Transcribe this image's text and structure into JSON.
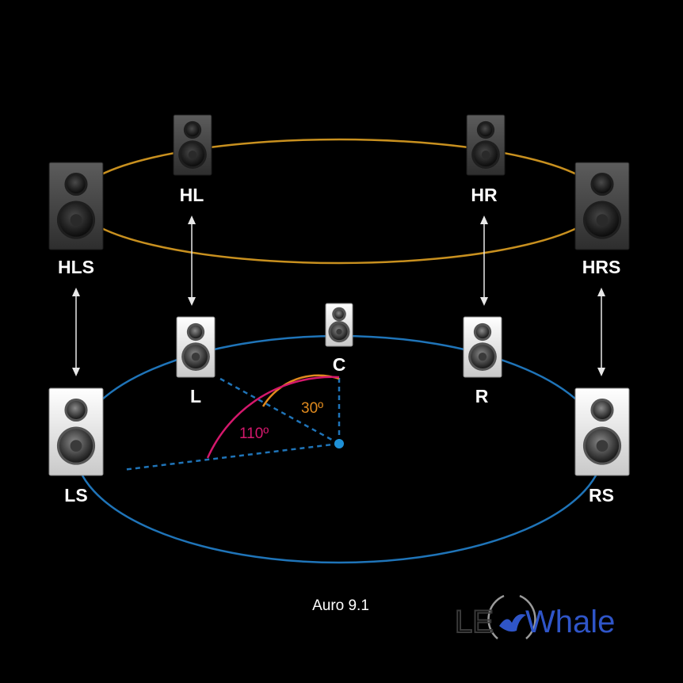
{
  "diagram": {
    "speakers": [
      {
        "id": "HL",
        "label": "HL",
        "style": "dark"
      },
      {
        "id": "HR",
        "label": "HR",
        "style": "dark"
      },
      {
        "id": "HLS",
        "label": "HLS",
        "style": "dark"
      },
      {
        "id": "HRS",
        "label": "HRS",
        "style": "dark"
      },
      {
        "id": "L",
        "label": "L",
        "style": "white"
      },
      {
        "id": "C",
        "label": "C",
        "style": "white"
      },
      {
        "id": "R",
        "label": "R",
        "style": "white"
      },
      {
        "id": "LS",
        "label": "LS",
        "style": "white"
      },
      {
        "id": "RS",
        "label": "RS",
        "style": "white"
      }
    ],
    "angles": [
      {
        "label": "30º",
        "color": "#e08a1e"
      },
      {
        "label": "110º",
        "color": "#d4186c"
      }
    ],
    "upper_ring_color": "#c8901f",
    "lower_ring_color": "#1f74b8",
    "listener_color": "#1e90d6",
    "caption": "Auro 9.1"
  },
  "logo": {
    "text_left": "LE",
    "text_right": "Whale",
    "color": "#2f55c8"
  }
}
